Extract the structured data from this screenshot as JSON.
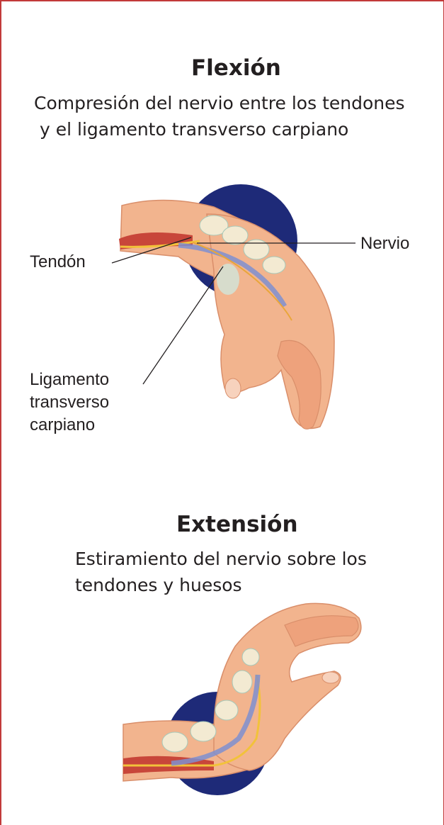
{
  "flexion": {
    "title": "Flexión",
    "description_lines": [
      "Compresión del nervio entre los tendones",
      "y el ligamento transverso carpiano"
    ],
    "labels": {
      "tendon": "Tendón",
      "nerve": "Nervio",
      "ligament_lines": [
        "Ligamento",
        "transverso",
        "carpiano"
      ]
    }
  },
  "extension": {
    "title": "Extensión",
    "description_lines": [
      "Estiramiento del nervio sobre los",
      "tendones y huesos"
    ]
  },
  "colors": {
    "frame_border": "#c23a3a",
    "background_disc": "#1e2a78",
    "skin": "#f2b48e",
    "tendon": "#c8463a",
    "nerve": "#7f8fd0",
    "ligament": "#cfe6dc",
    "bone": "#f3ead2"
  }
}
